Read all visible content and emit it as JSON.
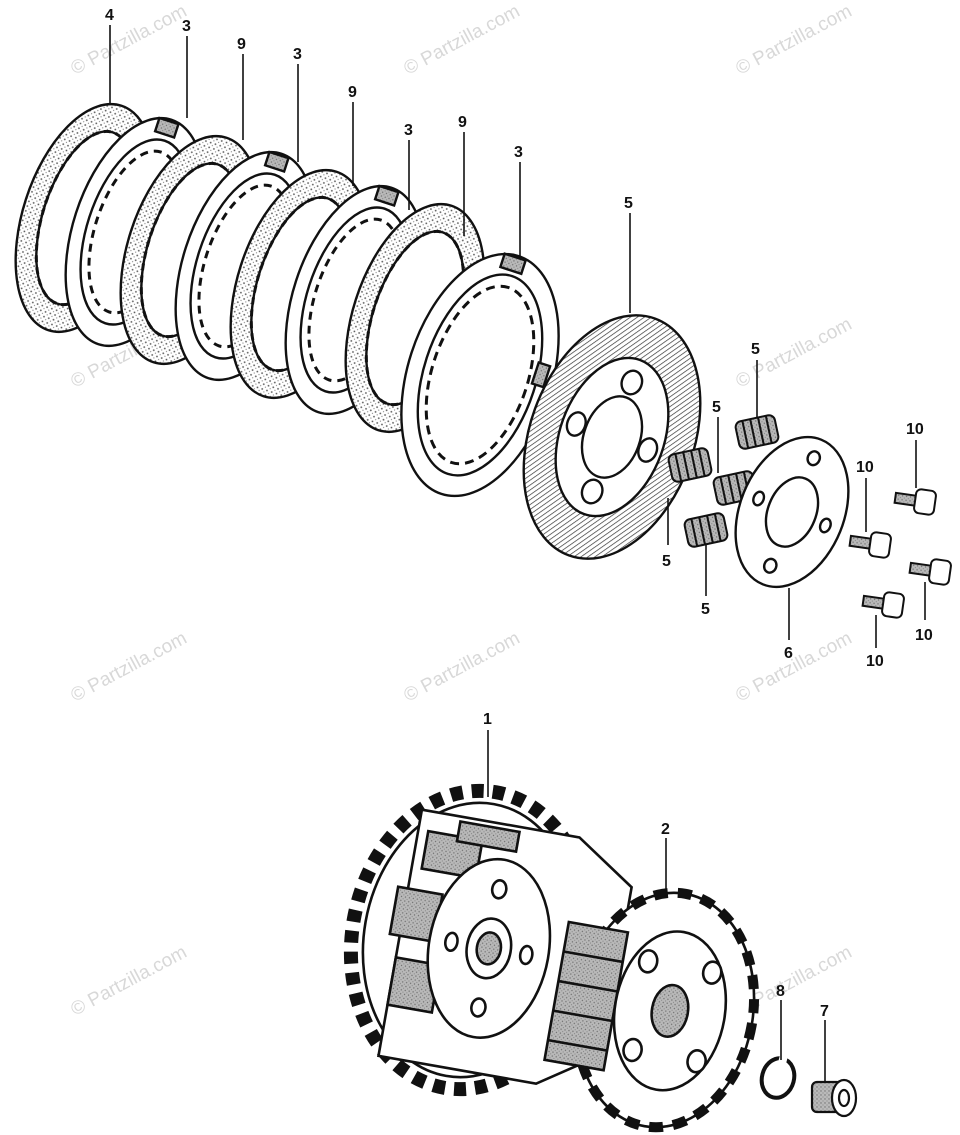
{
  "watermark": {
    "text": "© Partzilla.com"
  },
  "colors": {
    "ink": "#111111",
    "watermark": "#d8d8d8",
    "friction": "#9a9a9a"
  },
  "callouts": {
    "c4": "4",
    "c3a": "3",
    "c9a": "9",
    "c3b": "3",
    "c9b": "9",
    "c3c": "3",
    "c9c": "9",
    "c3d": "3",
    "c5plate": "5",
    "c5top": "5",
    "c5mid": "5",
    "c5low": "5",
    "c5bot": "5",
    "c10a": "10",
    "c10b": "10",
    "c10c": "10",
    "c10d": "10",
    "c6": "6",
    "c1": "1",
    "c2": "2",
    "c8": "8",
    "c7": "7"
  }
}
